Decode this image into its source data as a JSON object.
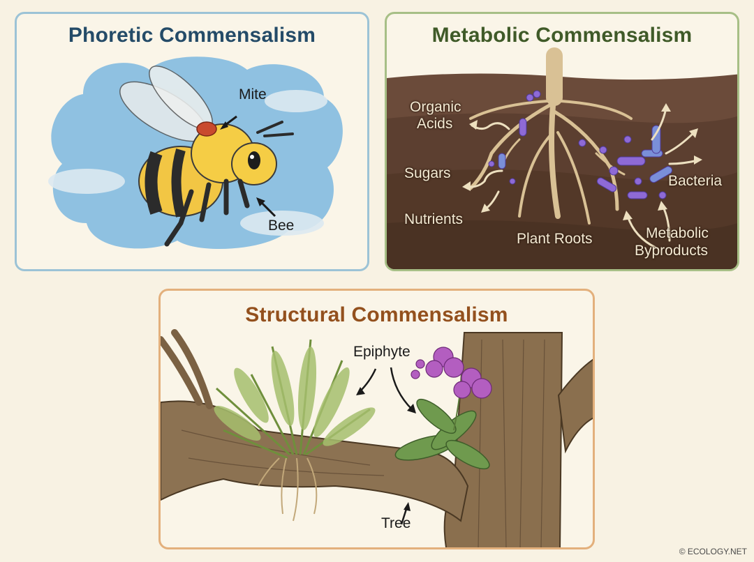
{
  "panels": {
    "phoretic": {
      "title": "Phoretic Commensalism",
      "border_color": "#9cc3d6",
      "title_color": "#244b68",
      "labels": {
        "mite": "Mite",
        "bee": "Bee"
      }
    },
    "metabolic": {
      "title": "Metabolic Commensalism",
      "border_color": "#a7bf86",
      "title_color": "#3f5a28",
      "labels": {
        "organic_acids_1": "Organic",
        "organic_acids_2": "Acids",
        "sugars": "Sugars",
        "nutrients": "Nutrients",
        "plant_roots": "Plant Roots",
        "bacteria": "Bacteria",
        "metabolic_byproducts_1": "Metabolic",
        "metabolic_byproducts_2": "Byproducts"
      }
    },
    "structural": {
      "title": "Structural Commensalism",
      "border_color": "#e3b07c",
      "title_color": "#93501d",
      "labels": {
        "epiphyte": "Epiphyte",
        "tree": "Tree"
      }
    }
  },
  "footer": {
    "copyright": "© ECOLOGY.NET"
  }
}
